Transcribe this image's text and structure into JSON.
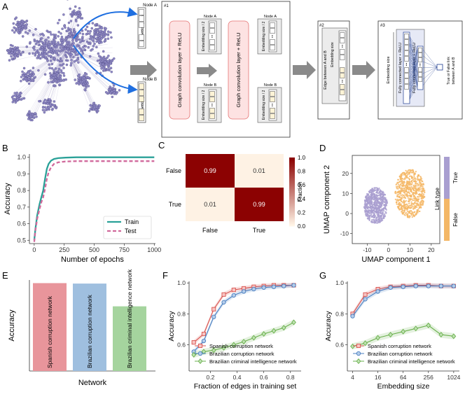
{
  "panel_letters": [
    "A",
    "B",
    "C",
    "D",
    "E",
    "F",
    "G"
  ],
  "panel_a": {
    "node_a": "Node A",
    "node_b": "Node B",
    "embedding_size": "Embedding size",
    "embedding_size_half": "Embedding size / 2",
    "gcn_layer": "Graph convolution layer + ReLU",
    "box1": "#1",
    "box2": "#2",
    "box3": "#3",
    "edge_label": "Edge between A and B",
    "fc_layer": "Fully connected layer + ReLU",
    "output_label_1": "True or False link",
    "output_label_2": "between A and B",
    "ellipsis": "•••"
  },
  "chart_data": [
    {
      "panel": "B",
      "type": "line",
      "xlabel": "Number of epochs",
      "ylabel": "Accuracy",
      "xlim": [
        -40,
        1010
      ],
      "ylim": [
        0.48,
        1.02
      ],
      "xticks": [
        0,
        250,
        500,
        750,
        1000
      ],
      "yticks": [
        0.5,
        0.6,
        0.7,
        0.8,
        0.9,
        1.0
      ],
      "legend": "bottom-right",
      "series": [
        {
          "name": "Train",
          "color": "#2aa198",
          "style": "solid",
          "x": [
            0,
            10,
            25,
            45,
            60,
            75,
            90,
            105,
            120,
            140,
            165,
            200,
            260,
            350,
            500,
            1000
          ],
          "y": [
            0.5,
            0.57,
            0.65,
            0.72,
            0.76,
            0.8,
            0.87,
            0.93,
            0.96,
            0.98,
            0.99,
            0.995,
            0.998,
            1.0,
            1.0,
            1.0
          ]
        },
        {
          "name": "Test",
          "color": "#d16a9c",
          "style": "dashed",
          "x": [
            0,
            10,
            25,
            45,
            60,
            75,
            90,
            105,
            120,
            140,
            165,
            200,
            260,
            350,
            500,
            1000
          ],
          "y": [
            0.49,
            0.56,
            0.63,
            0.69,
            0.73,
            0.76,
            0.81,
            0.87,
            0.91,
            0.94,
            0.96,
            0.97,
            0.975,
            0.977,
            0.977,
            0.977
          ]
        }
      ]
    },
    {
      "panel": "C",
      "type": "heatmap",
      "row_labels": [
        "False",
        "True"
      ],
      "col_labels": [
        "False",
        "True"
      ],
      "values": [
        [
          0.99,
          0.01
        ],
        [
          0.01,
          0.99
        ]
      ],
      "colorbar_label": "Fraction",
      "colorbar_ticks": [
        "1.0",
        "0.8",
        "0.6",
        "0.4",
        "0.2",
        "0.0"
      ],
      "colors": {
        "high": "#8b0000",
        "low": "#fff4e6"
      }
    },
    {
      "panel": "D",
      "type": "scatter",
      "xlabel": "UMAP component 1",
      "ylabel": "UMAP component 2",
      "xlim": [
        -17,
        24
      ],
      "ylim": [
        -15,
        29
      ],
      "xticks": [
        -10,
        0,
        10,
        20
      ],
      "yticks": [
        -10,
        0,
        10,
        20
      ],
      "colorbar_label": "Link type",
      "colorbar_ticks": [
        "True",
        "False"
      ],
      "clusters": [
        {
          "name": "True",
          "color": "#a99fd0",
          "center": [
            -6,
            4
          ],
          "spread": [
            5.5,
            9
          ]
        },
        {
          "name": "False",
          "color": "#f4b766",
          "center": [
            10,
            10
          ],
          "spread": [
            7,
            12
          ]
        }
      ]
    },
    {
      "panel": "E",
      "type": "bar",
      "xlabel": "Network",
      "ylabel": "Accuracy",
      "ylim": [
        0,
        1.02
      ],
      "categories": [
        "Spanish corruption network",
        "Brazilian corruption network",
        "Brazilian criminal intelligence network"
      ],
      "values": [
        0.985,
        0.98,
        0.725
      ],
      "colors": [
        "#e8959b",
        "#9fbfdf",
        "#a5d49e"
      ]
    },
    {
      "panel": "F",
      "type": "line",
      "xlabel": "Fraction of edges in training set",
      "ylabel": "Accuracy",
      "xlim": [
        0.04,
        0.88
      ],
      "ylim": [
        0.43,
        1.01
      ],
      "xticks": [
        "0.2",
        "0.4",
        "0.6",
        "0.8"
      ],
      "yticks": [
        "0.6",
        "0.8",
        "1.0"
      ],
      "legend": "bottom",
      "series": [
        {
          "name": "Spanish corruption network",
          "color": "#d9534f",
          "marker": "square",
          "x": [
            0.075,
            0.15,
            0.225,
            0.3,
            0.375,
            0.45,
            0.525,
            0.6,
            0.675,
            0.75,
            0.825
          ],
          "y": [
            0.615,
            0.67,
            0.83,
            0.925,
            0.955,
            0.965,
            0.975,
            0.98,
            0.985,
            0.985,
            0.985
          ]
        },
        {
          "name": "Brazilian corruption network",
          "color": "#4a7fc0",
          "marker": "circle",
          "x": [
            0.075,
            0.15,
            0.225,
            0.3,
            0.375,
            0.45,
            0.525,
            0.6,
            0.675,
            0.75,
            0.825
          ],
          "y": [
            0.555,
            0.625,
            0.78,
            0.875,
            0.92,
            0.945,
            0.96,
            0.97,
            0.975,
            0.98,
            0.985
          ]
        },
        {
          "name": "Brazilian criminal intelligence network",
          "color": "#6ab04c",
          "marker": "diamond",
          "x": [
            0.075,
            0.15,
            0.225,
            0.3,
            0.375,
            0.45,
            0.525,
            0.6,
            0.675,
            0.75,
            0.825
          ],
          "y": [
            0.535,
            0.555,
            0.565,
            0.58,
            0.6,
            0.62,
            0.645,
            0.67,
            0.69,
            0.71,
            0.745
          ]
        }
      ]
    },
    {
      "panel": "G",
      "type": "line",
      "xlabel": "Embedding size",
      "ylabel": "Accuracy",
      "xscale": "log2",
      "xlim": [
        3,
        1400
      ],
      "ylim": [
        0.43,
        1.01
      ],
      "xticks": [
        "4",
        "16",
        "64",
        "256",
        "1024"
      ],
      "yticks": [
        "0.6",
        "0.8",
        "1.0"
      ],
      "legend": "bottom",
      "series": [
        {
          "name": "Spanish corruption network",
          "color": "#d9534f",
          "marker": "square",
          "x": [
            4,
            8,
            16,
            32,
            64,
            128,
            256,
            512,
            1024
          ],
          "y": [
            0.8,
            0.925,
            0.96,
            0.975,
            0.98,
            0.985,
            0.985,
            0.98,
            0.98
          ]
        },
        {
          "name": "Brazilian corruption network",
          "color": "#4a7fc0",
          "marker": "circle",
          "x": [
            4,
            8,
            16,
            32,
            64,
            128,
            256,
            512,
            1024
          ],
          "y": [
            0.785,
            0.895,
            0.945,
            0.97,
            0.975,
            0.98,
            0.98,
            0.98,
            0.98
          ]
        },
        {
          "name": "Brazilian criminal intelligence network",
          "color": "#6ab04c",
          "marker": "diamond",
          "x": [
            4,
            8,
            16,
            32,
            64,
            128,
            256,
            512,
            1024
          ],
          "y": [
            0.59,
            0.61,
            0.645,
            0.665,
            0.685,
            0.705,
            0.725,
            0.665,
            0.655
          ]
        }
      ]
    }
  ]
}
